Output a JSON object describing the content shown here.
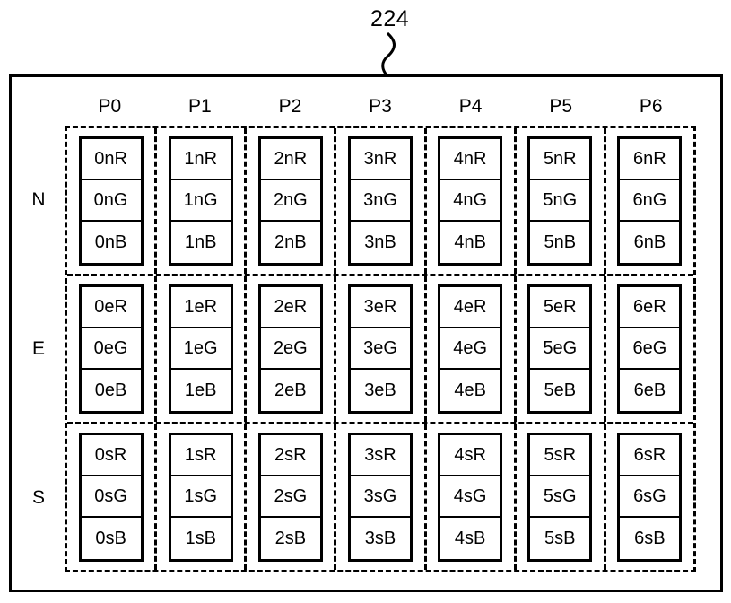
{
  "figure": {
    "reference_numeral": "224"
  },
  "columns": [
    "P0",
    "P1",
    "P2",
    "P3",
    "P4",
    "P5",
    "P6"
  ],
  "rows": [
    "N",
    "E",
    "S"
  ],
  "grid": [
    {
      "row_label": "N",
      "groups": [
        {
          "column": "P0",
          "cells": [
            "0nR",
            "0nG",
            "0nB"
          ]
        },
        {
          "column": "P1",
          "cells": [
            "1nR",
            "1nG",
            "1nB"
          ]
        },
        {
          "column": "P2",
          "cells": [
            "2nR",
            "2nG",
            "2nB"
          ]
        },
        {
          "column": "P3",
          "cells": [
            "3nR",
            "3nG",
            "3nB"
          ]
        },
        {
          "column": "P4",
          "cells": [
            "4nR",
            "4nG",
            "4nB"
          ]
        },
        {
          "column": "P5",
          "cells": [
            "5nR",
            "5nG",
            "5nB"
          ]
        },
        {
          "column": "P6",
          "cells": [
            "6nR",
            "6nG",
            "6nB"
          ]
        }
      ]
    },
    {
      "row_label": "E",
      "groups": [
        {
          "column": "P0",
          "cells": [
            "0eR",
            "0eG",
            "0eB"
          ]
        },
        {
          "column": "P1",
          "cells": [
            "1eR",
            "1eG",
            "1eB"
          ]
        },
        {
          "column": "P2",
          "cells": [
            "2eR",
            "2eG",
            "2eB"
          ]
        },
        {
          "column": "P3",
          "cells": [
            "3eR",
            "3eG",
            "3eB"
          ]
        },
        {
          "column": "P4",
          "cells": [
            "4eR",
            "4eG",
            "4eB"
          ]
        },
        {
          "column": "P5",
          "cells": [
            "5eR",
            "5eG",
            "5eB"
          ]
        },
        {
          "column": "P6",
          "cells": [
            "6eR",
            "6eG",
            "6eB"
          ]
        }
      ]
    },
    {
      "row_label": "S",
      "groups": [
        {
          "column": "P0",
          "cells": [
            "0sR",
            "0sG",
            "0sB"
          ]
        },
        {
          "column": "P1",
          "cells": [
            "1sR",
            "1sG",
            "1sB"
          ]
        },
        {
          "column": "P2",
          "cells": [
            "2sR",
            "2sG",
            "2sB"
          ]
        },
        {
          "column": "P3",
          "cells": [
            "3sR",
            "3sG",
            "3sB"
          ]
        },
        {
          "column": "P4",
          "cells": [
            "4sR",
            "4sG",
            "4sB"
          ]
        },
        {
          "column": "P5",
          "cells": [
            "5sR",
            "5sG",
            "5sB"
          ]
        },
        {
          "column": "P6",
          "cells": [
            "6sR",
            "6sG",
            "6sB"
          ]
        }
      ]
    }
  ],
  "colors": {
    "ink": "#000000",
    "paper": "#ffffff"
  }
}
